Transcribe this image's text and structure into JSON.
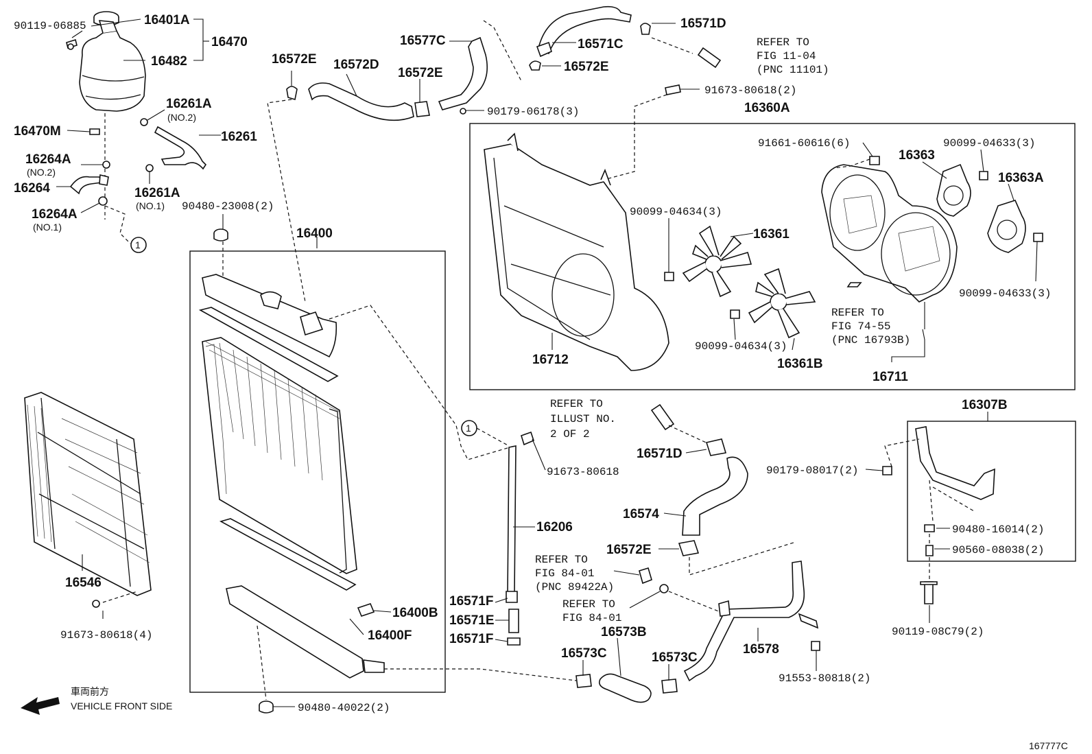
{
  "diagram_id": "167777C",
  "direction": {
    "japanese": "車両前方",
    "english": "VEHICLE FRONT SIDE"
  },
  "labels": {
    "p90119_06885": "90119-06885",
    "p16401A": "16401A",
    "p16470": "16470",
    "p16482": "16482",
    "p16261A_top": "16261A",
    "no2_a": "(NO.2)",
    "p16470M": "16470M",
    "p16261": "16261",
    "p16264A_top": "16264A",
    "no2_b": "(NO.2)",
    "p16264": "16264",
    "p16261A_bot": "16261A",
    "no1_a": "(NO.1)",
    "p16264A_bot": "16264A",
    "no1_b": "(NO.1)",
    "circle1_a": "1",
    "p16572E_a": "16572E",
    "p16572D": "16572D",
    "p16577C": "16577C",
    "p16572E_b": "16572E",
    "p16571C": "16571C",
    "p16572E_c": "16572E",
    "p16571D_a": "16571D",
    "refer_11_04_a": "REFER TO",
    "refer_11_04_b": "FIG 11-04",
    "refer_11_04_c": "(PNC 11101)",
    "p90179_06178": "90179-06178(3)",
    "p91673_80618_2": "91673-80618(2)",
    "p16360A": "16360A",
    "p91661_60616": "91661-60616(6)",
    "p16363": "16363",
    "p90099_04633_a": "90099-04633(3)",
    "p16363A": "16363A",
    "p90099_04634_a": "90099-04634(3)",
    "p16361": "16361",
    "p90099_04633_b": "90099-04633(3)",
    "refer_74_55_a": "REFER TO",
    "refer_74_55_b": "FIG 74-55",
    "refer_74_55_c": "(PNC 16793B)",
    "p90099_04634_b": "90099-04634(3)",
    "p16712": "16712",
    "p16361B": "16361B",
    "p16711": "16711",
    "p90480_23008": "90480-23008(2)",
    "p16400": "16400",
    "refer_illust_a": "REFER TO",
    "refer_illust_b": "ILLUST NO.",
    "refer_illust_c": "2 OF 2",
    "p16307B": "16307B",
    "circle1_b": "1",
    "p91673_80618": "91673-80618",
    "p16571D_b": "16571D",
    "p90179_08017": "90179-08017(2)",
    "p16206": "16206",
    "p16574": "16574",
    "p90480_16014": "90480-16014(2)",
    "p16572E_d": "16572E",
    "p90560_08038": "90560-08038(2)",
    "p16546": "16546",
    "refer_84_01a_a": "REFER TO",
    "refer_84_01a_b": "FIG 84-01",
    "refer_84_01a_c": "(PNC 89422A)",
    "p16571F_a": "16571F",
    "p16400B": "16400B",
    "refer_84_01b_a": "REFER TO",
    "refer_84_01b_b": "FIG 84-01",
    "p91673_80618_4": "91673-80618(4)",
    "p16571E": "16571E",
    "p16400F": "16400F",
    "p16573B": "16573B",
    "p90119_08C79": "90119-08C79(2)",
    "p16571F_b": "16571F",
    "p16573C_a": "16573C",
    "p16573C_b": "16573C",
    "p16578": "16578",
    "p91553_80818": "91553-80818(2)",
    "p90480_40022": "90480-40022(2)"
  },
  "icons": [
    "arrow-left-icon",
    "circle-ref-1-icon"
  ]
}
